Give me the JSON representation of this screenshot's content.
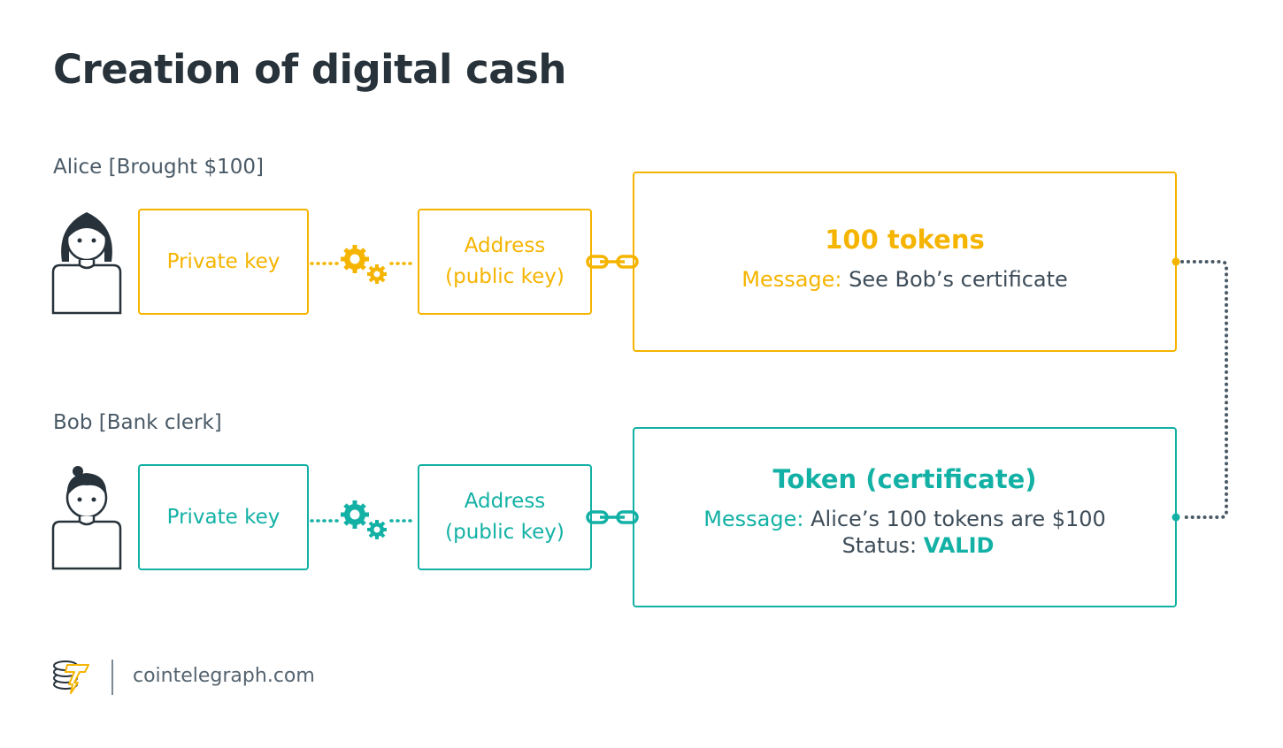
{
  "title": "Creation of digital cash",
  "colors": {
    "alice": "#f5b400",
    "bob": "#13b1a5",
    "text": "#27323a",
    "connector": "#4a5a66"
  },
  "alice": {
    "label": "Alice [Brought $100]",
    "private_key": "Private key",
    "address_line1": "Address",
    "address_line2": "(public key)",
    "token_box": {
      "heading": "100 tokens",
      "message_label": "Message:",
      "message_value": "See Bob’s certificate"
    }
  },
  "bob": {
    "label": "Bob [Bank clerk]",
    "private_key": "Private key",
    "address_line1": "Address",
    "address_line2": "(public key)",
    "token_box": {
      "heading": "Token (certificate)",
      "message_label": "Message:",
      "message_value": "Alice’s 100 tokens are $100",
      "status_label": "Status:",
      "status_value": "VALID"
    }
  },
  "icons": {
    "alice_avatar": "person-female-icon",
    "bob_avatar": "person-male-icon",
    "gears": "gears-icon",
    "chain": "chain-link-icon",
    "logo": "cointelegraph-logo-icon"
  },
  "footer": {
    "site": "cointelegraph.com"
  }
}
